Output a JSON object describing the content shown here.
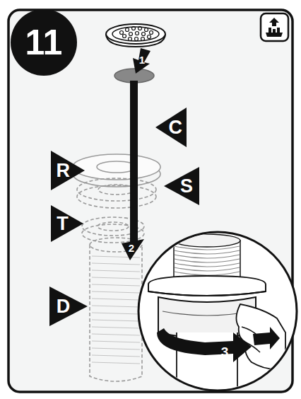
{
  "diagram": {
    "nodes": [
      {
        "text": [
          "11"
        ]
      },
      {
        "text": [
          "C"
        ]
      },
      {
        "text": [
          "R"
        ]
      },
      {
        "text": [
          "S"
        ]
      },
      {
        "text": [
          "T"
        ]
      },
      {
        "text": [
          "D"
        ]
      }
    ],
    "labels": [
      "1",
      "2",
      "3"
    ]
  }
}
